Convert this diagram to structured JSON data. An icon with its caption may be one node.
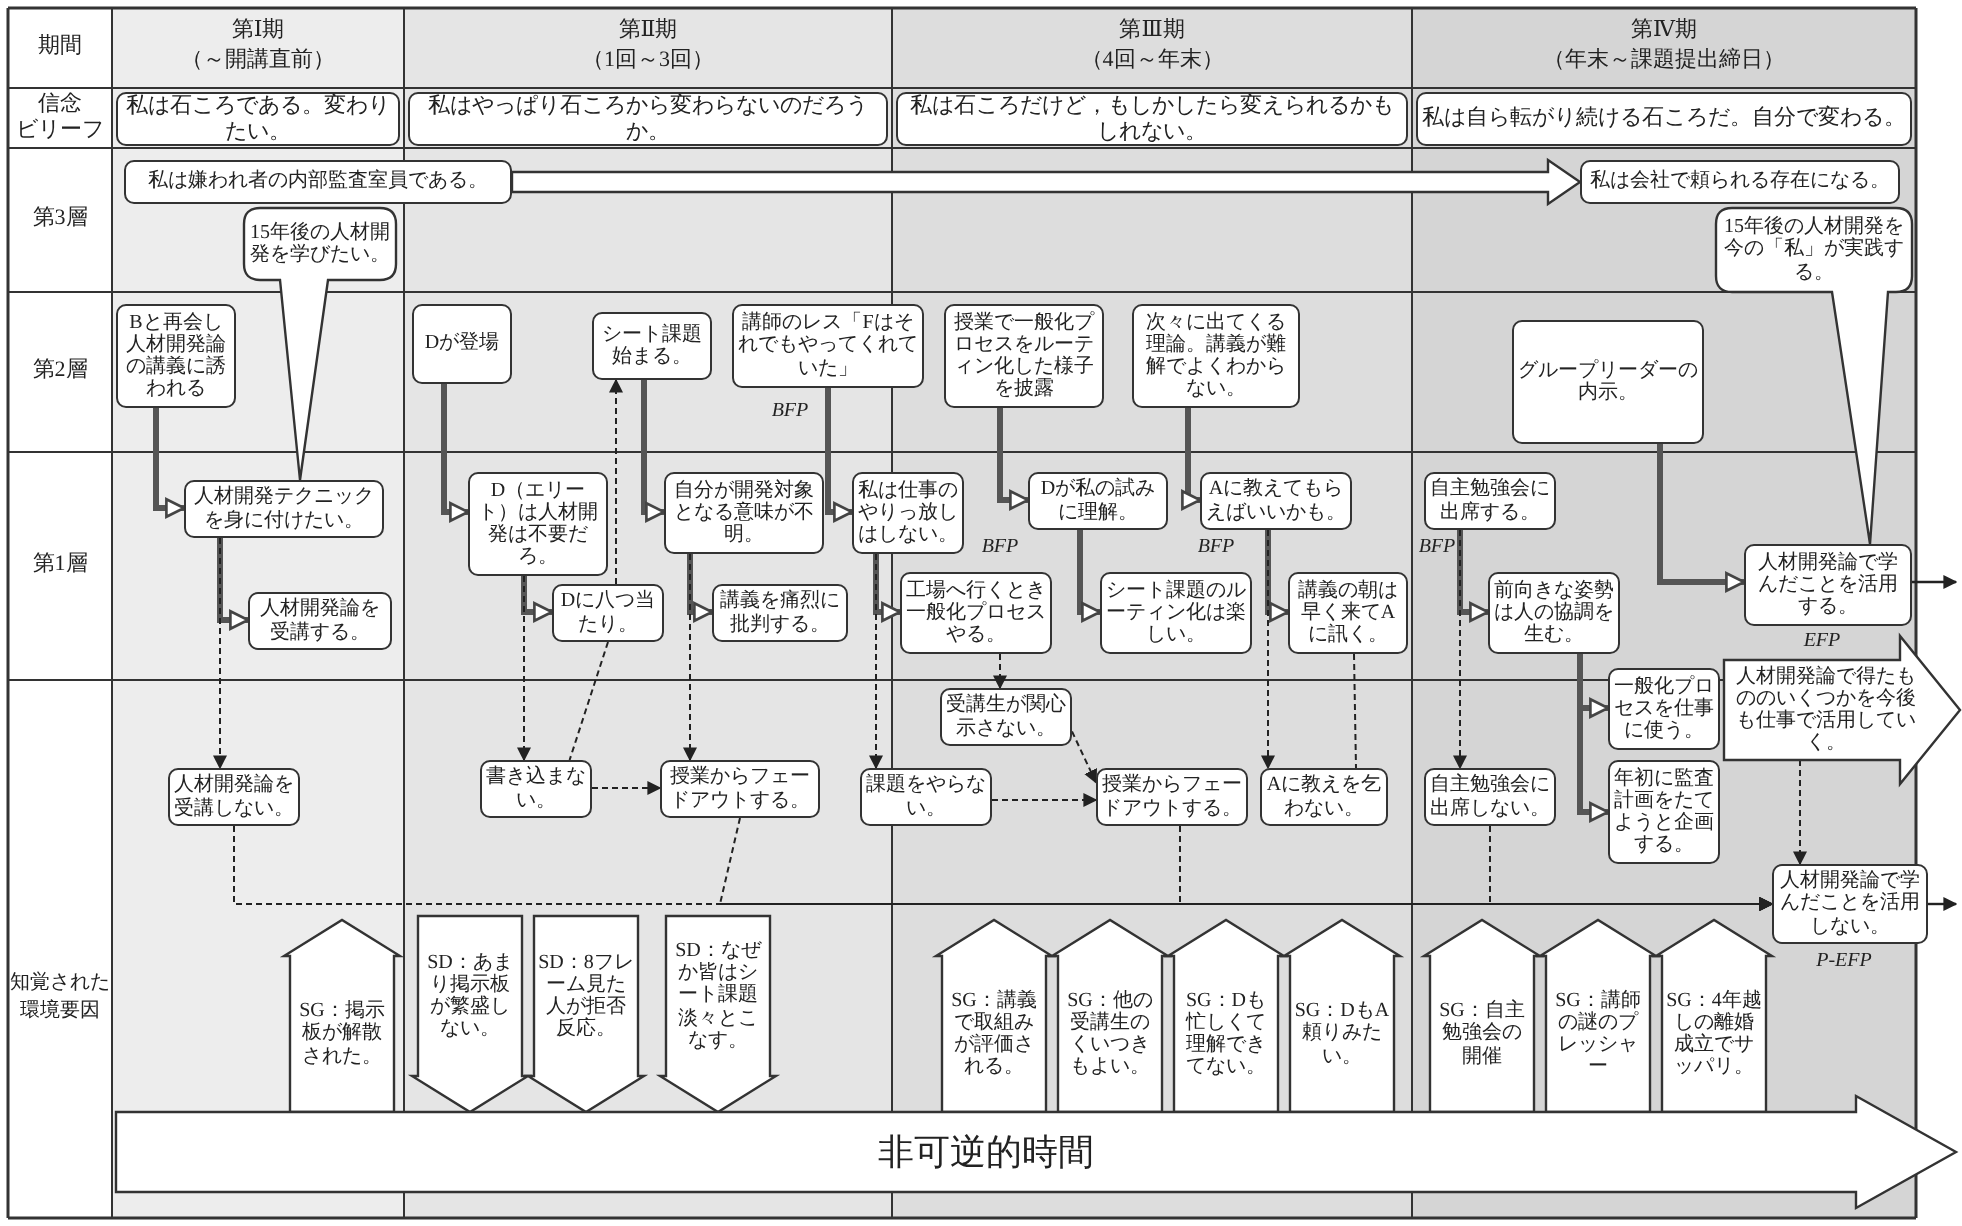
{
  "diagram": {
    "nodes": [
      {
        "text": [
          "私は石ころである。変わりたい。"
        ]
      },
      {
        "text": [
          "私はやっぱり石ころから変わらないのだろうか。"
        ]
      },
      {
        "text": [
          "私は石ころだけど，もしかしたら変えられるかもしれない。"
        ]
      },
      {
        "text": [
          "私は自ら転がり続ける石ころだ。自分で変わる。"
        ]
      },
      {
        "text": [
          "私は嫌われ者の内部監査室員である。"
        ]
      },
      {
        "text": [
          "私は会社で頼られる存在になる。"
        ]
      },
      {
        "text": [
          "15年後の人材開発を学びたい。"
        ]
      },
      {
        "text": [
          "15年後の人材開発を今の「私」が実践する。"
        ]
      },
      {
        "text": [
          "Bと再会し人材開発論の講義に誘われる"
        ]
      },
      {
        "text": [
          "Dが登場"
        ]
      },
      {
        "text": [
          "シート課題始まる。"
        ]
      },
      {
        "text": [
          "講師のレス「Fはそれでもやってくれていた」"
        ]
      },
      {
        "text": [
          "授業で一般化プロセスをルーティン化した様子を披露"
        ]
      },
      {
        "text": [
          "次々に出てくる理論。講義が難解でよくわからない。"
        ]
      },
      {
        "text": [
          "グループリーダーの内示。"
        ]
      },
      {
        "text": [
          "人材開発テクニックを身に付けたい。"
        ]
      },
      {
        "text": [
          "人材開発論を受講する。"
        ]
      },
      {
        "text": [
          "D（エリート）は人材開発は不要だろ。"
        ]
      },
      {
        "text": [
          "自分が開発対象となる意味が不明。"
        ]
      },
      {
        "text": [
          "Dに八つ当たり。"
        ]
      },
      {
        "text": [
          "講義を痛烈に批判する。"
        ]
      },
      {
        "text": [
          "私は仕事のやりっ放しはしない。"
        ]
      },
      {
        "text": [
          "工場へ行くとき一般化プロセスやる。"
        ]
      },
      {
        "text": [
          "Dが私の試みに理解。"
        ]
      },
      {
        "text": [
          "シート課題のルーティン化は楽しい。"
        ]
      },
      {
        "text": [
          "Aに教えてもらえばいいかも。"
        ]
      },
      {
        "text": [
          "講義の朝は早く来てAに訊く。"
        ]
      },
      {
        "text": [
          "自主勉強会に出席する。"
        ]
      },
      {
        "text": [
          "前向きな姿勢は人の協調を生む。"
        ]
      },
      {
        "text": [
          "人材開発論で学んだことを活用する。"
        ]
      },
      {
        "text": [
          "一般化プロセスを仕事に使う。"
        ]
      },
      {
        "text": [
          "人材開発論で得たもののいくつかを今後も仕事で活用していく。"
        ]
      },
      {
        "text": [
          "年初に監査計画をたてようと企画する。"
        ]
      },
      {
        "text": [
          "人材開発論を受講しない。"
        ]
      },
      {
        "text": [
          "書き込まない。"
        ]
      },
      {
        "text": [
          "授業からフェードアウトする。"
        ]
      },
      {
        "text": [
          "受講生が関心示さない。"
        ]
      },
      {
        "text": [
          "課題をやらない。"
        ]
      },
      {
        "text": [
          "授業からフェードアウトする。"
        ]
      },
      {
        "text": [
          "Aに教えを乞わない。"
        ]
      },
      {
        "text": [
          "自主勉強会に出席しない。"
        ]
      },
      {
        "text": [
          "人材開発論で学んだことを活用しない。"
        ]
      },
      {
        "text": [
          "非可逆的時間"
        ]
      }
    ],
    "edges": [
      {
        "from": 4,
        "to": 5,
        "arrow": "to",
        "style": "thick"
      },
      {
        "from": 8,
        "to": 15,
        "arrow": "to",
        "style": "thick"
      },
      {
        "from": 15,
        "to": 16,
        "arrow": "to",
        "style": "thick"
      },
      {
        "from": 9,
        "to": 17,
        "arrow": "to",
        "style": "thick"
      },
      {
        "from": 10,
        "to": 18,
        "arrow": "to",
        "style": "thick"
      },
      {
        "from": 11,
        "to": 21,
        "arrow": "to",
        "style": "thick"
      },
      {
        "from": 17,
        "to": 19,
        "arrow": "to",
        "style": "thick"
      },
      {
        "from": 18,
        "to": 20,
        "arrow": "to",
        "style": "thick"
      },
      {
        "from": 21,
        "to": 22,
        "arrow": "to",
        "style": "thick"
      },
      {
        "from": 12,
        "to": 23,
        "arrow": "to",
        "style": "thick"
      },
      {
        "from": 23,
        "to": 24,
        "arrow": "to",
        "style": "thick"
      },
      {
        "from": 13,
        "to": 25,
        "arrow": "to",
        "style": "thick"
      },
      {
        "from": 25,
        "to": 26,
        "arrow": "to",
        "style": "thick"
      },
      {
        "from": 27,
        "to": 28,
        "arrow": "to",
        "style": "thick"
      },
      {
        "from": 28,
        "to": 30,
        "arrow": "to",
        "style": "thick"
      },
      {
        "from": 28,
        "to": 32,
        "arrow": "to",
        "style": "thick"
      },
      {
        "from": 14,
        "to": 29,
        "arrow": "to",
        "style": "thick"
      },
      {
        "from": 29,
        "to": null,
        "arrow": "to"
      },
      {
        "from": 15,
        "to": 33,
        "arrow": "to",
        "style": "dashed"
      },
      {
        "from": 17,
        "to": 34,
        "arrow": "to",
        "style": "dashed"
      },
      {
        "from": 19,
        "to": 34,
        "arrow": "none",
        "style": "dashed"
      },
      {
        "from": 19,
        "to": 10,
        "arrow": "to",
        "style": "dashed"
      },
      {
        "from": 34,
        "to": 35,
        "arrow": "to",
        "style": "dashed"
      },
      {
        "from": 18,
        "to": 35,
        "arrow": "to",
        "style": "dashed"
      },
      {
        "from": 21,
        "to": 37,
        "arrow": "to",
        "style": "dashed"
      },
      {
        "from": 22,
        "to": 36,
        "arrow": "to",
        "style": "dashed"
      },
      {
        "from": 36,
        "to": 38,
        "arrow": "to",
        "style": "dashed"
      },
      {
        "from": 37,
        "to": 38,
        "arrow": "to",
        "style": "dashed"
      },
      {
        "from": 25,
        "to": 39,
        "arrow": "to",
        "style": "dashed"
      },
      {
        "from": 26,
        "to": 39,
        "arrow": "none",
        "style": "dashed"
      },
      {
        "from": 27,
        "to": 40,
        "arrow": "to",
        "style": "dashed"
      },
      {
        "from": 31,
        "to": 41,
        "arrow": "to",
        "style": "dashed"
      },
      {
        "from": 33,
        "to": 41,
        "arrow": "to",
        "style": "dashed"
      },
      {
        "from": 35,
        "to": 41,
        "arrow": "to",
        "style": "dashed"
      },
      {
        "from": 38,
        "to": 41,
        "arrow": "to",
        "style": "dashed"
      },
      {
        "from": 40,
        "to": 41,
        "arrow": "to",
        "style": "dashed"
      },
      {
        "from": 41,
        "to": null,
        "arrow": "to"
      },
      {
        "from": 42,
        "to": null,
        "arrow": "to",
        "style": "thick",
        "label": "SG：掲示板が解散された。"
      },
      {
        "from": null,
        "to": 42,
        "arrow": "to",
        "style": "thick",
        "label": "SD：あまり掲示板が繁盛しない。"
      },
      {
        "from": null,
        "to": 42,
        "arrow": "to",
        "style": "thick",
        "label": "SD：8フレーム見た人が拒否反応。"
      },
      {
        "from": null,
        "to": 42,
        "arrow": "to",
        "style": "thick",
        "label": "SD：なぜか皆はシート課題淡々とこなす。"
      },
      {
        "from": 42,
        "to": null,
        "arrow": "to",
        "style": "thick",
        "label": "SG：講義で取組みが評価される。"
      },
      {
        "from": 42,
        "to": null,
        "arrow": "to",
        "style": "thick",
        "label": "SG：他の受講生のくいつきもよい。"
      },
      {
        "from": 42,
        "to": null,
        "arrow": "to",
        "style": "thick",
        "label": "SG：Dも忙しくて理解できてない。"
      },
      {
        "from": 42,
        "to": null,
        "arrow": "to",
        "style": "thick",
        "label": "SG：DもA頼りみたい。"
      },
      {
        "from": 42,
        "to": null,
        "arrow": "to",
        "style": "thick",
        "label": "SG：自主勉強会の開催"
      },
      {
        "from": 42,
        "to": null,
        "arrow": "to",
        "style": "thick",
        "label": "SG：講師の謎のプレッシャー"
      },
      {
        "from": 42,
        "to": null,
        "arrow": "to",
        "style": "thick",
        "label": "SG：4年越しの離婚成立でサッパリ。"
      }
    ],
    "labels": [
      "期間",
      "第Ⅰ期",
      "（～開講直前）",
      "第Ⅱ期",
      "（1回～3回）",
      "第Ⅲ期",
      "（4回～年末）",
      "第Ⅳ期",
      "（年末～課題提出締日）",
      "信念",
      "ビリーフ",
      "第3層",
      "第2層",
      "BFP",
      "第1層",
      "BFP",
      "BFP",
      "BFP",
      "EFP",
      "知覚された",
      "環境要因",
      "P-EFP"
    ]
  }
}
